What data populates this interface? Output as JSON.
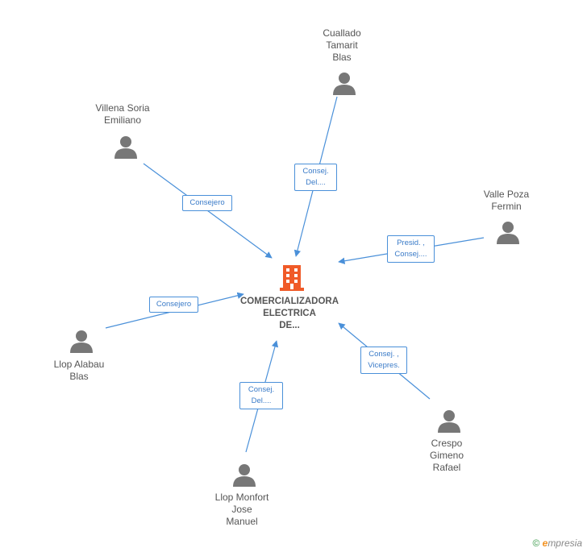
{
  "company": {
    "label": "COMERCIALIZADORA\nELECTRICA\nDE...",
    "color": "#f05a28"
  },
  "people": [
    {
      "id": "cuallado",
      "name": "Cuallado\nTamarit\nBlas",
      "role": "Consej.\nDel....",
      "icon": "person-icon"
    },
    {
      "id": "villena",
      "name": "Villena Soria\nEmiliano",
      "role": "Consejero",
      "icon": "person-icon"
    },
    {
      "id": "valle",
      "name": "Valle Poza\nFermin",
      "role": "Presid. ,\nConsej....",
      "icon": "person-icon"
    },
    {
      "id": "llop-alabau",
      "name": "Llop Alabau\nBlas",
      "role": "Consejero",
      "icon": "person-icon"
    },
    {
      "id": "crespo",
      "name": "Crespo\nGimeno\nRafael",
      "role": "Consej. ,\nVicepres.",
      "icon": "person-icon"
    },
    {
      "id": "llop-monfort",
      "name": "Llop Monfort\nJose\nManuel",
      "role": "Consej.\nDel....",
      "icon": "person-icon"
    }
  ],
  "colors": {
    "edge": "#4a90d9",
    "person": "#777777",
    "role_text": "#3a7bc8"
  },
  "footer": {
    "copyright": "©",
    "brand_initial": "e",
    "brand_rest": "mpresia"
  }
}
